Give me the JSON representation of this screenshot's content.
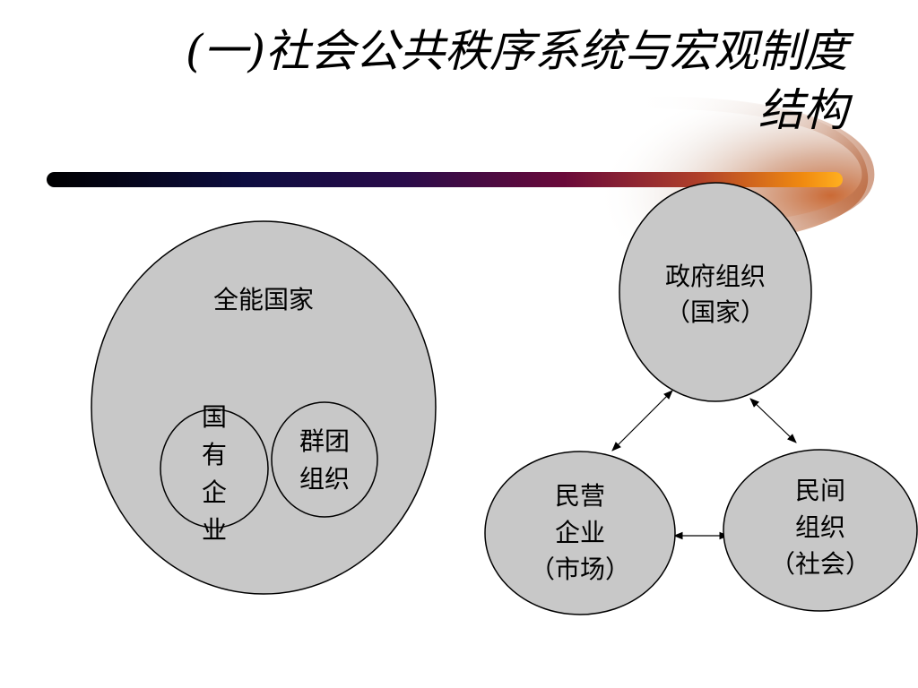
{
  "slide": {
    "title_line1": "(一)社会公共秩序系统与宏观制度",
    "title_line2": "结构"
  },
  "left_diagram": {
    "outer": {
      "label": "全能国家"
    },
    "inner_left": {
      "label_chars": [
        "国",
        "有",
        "企",
        "业"
      ]
    },
    "inner_right": {
      "label_lines": [
        "群团",
        "组织"
      ]
    }
  },
  "right_diagram": {
    "top_node": {
      "label_lines": [
        "政府组织",
        "（国家）"
      ]
    },
    "bottom_left_node": {
      "label_lines": [
        "民营",
        "企业",
        "（市场）"
      ]
    },
    "bottom_right_node": {
      "label_lines": [
        "民间",
        "组织",
        "（社会）"
      ]
    },
    "relations": [
      {
        "from": "top_node",
        "to": "bottom_left_node",
        "bidirectional": true
      },
      {
        "from": "top_node",
        "to": "bottom_right_node",
        "bidirectional": true
      },
      {
        "from": "bottom_left_node",
        "to": "bottom_right_node",
        "bidirectional": true
      }
    ]
  },
  "colors": {
    "node_fill": "#c8c8c8",
    "node_stroke": "#000000",
    "bar_gradient": [
      "#000000",
      "#1a1a5c",
      "#6a0a3a",
      "#c0501c",
      "#ffa500"
    ]
  }
}
